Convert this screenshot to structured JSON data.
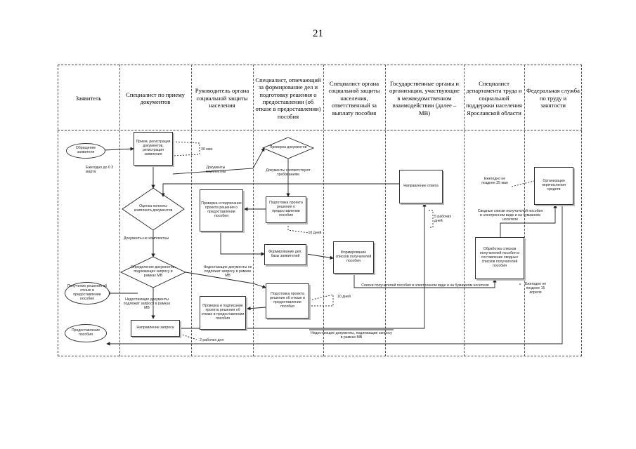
{
  "page_number": "21",
  "lanes": [
    "Заявитель",
    "Специалист по приему документов",
    "Руководитель органа социальной защиты населения",
    "Специалист, отвечающий за формирование дел и подготовку решения о предоставлении (об отказе в предоставлении) пособия",
    "Специалист органа социальной защиты населения, ответственный за выплату пособия",
    "Государственные органы и организации, участвующие в межведомственном взаимодействии (далее – МВ)",
    "Специалист департамента труда и социальной поддержки населения Ярославской области",
    "Федеральная служба по труду и занятости"
  ],
  "nodes": {
    "applicant_request": "Обращение заявителя",
    "receive_register": "Прием, регистрация документов, регистрация заявления",
    "check_documents": "Проверка документов",
    "completeness_check": "Оценка полноты комплекта документов",
    "prepare_draft_decision": "Подготовка проекта решения о предоставлении пособия",
    "review_sign_decision": "Проверка и подписание проекта решения о предоставлении пособия",
    "form_case": "Формирование дел, базы заявителей",
    "form_recipient_lists": "Формирование списков получателей пособия",
    "send_response": "Направление ответа",
    "process_lists": "Обработка списков получателей пособия и составление сводных списков получателей пособия",
    "organize_funds": "Организация перечисления средств",
    "identify_documents": "Определение документов, подлежащих запросу в рамках МВ",
    "prepare_refusal": "Подготовка проекта решения об отказе в предоставлении пособия",
    "review_sign_refusal": "Проверка и подписание проекта решения об отказе в предоставлении пособия",
    "send_request": "Направление запроса",
    "receive_refusal": "Получение решения об отказе в предоставлении пособия",
    "provide_benefit": "Предоставление пособия"
  },
  "labels": {
    "annual_march": "Ежегодно до 0 3 марта",
    "thirty_min": "30 мин",
    "docs_complete": "Документы комплектны",
    "docs_meet": "Документы соответствуют требованиям",
    "docs_incomplete": "Документы не комплектны",
    "ten_days_a": "10 дней",
    "five_days": "5 рабочих дней",
    "annual_25th": "Ежегодно не позднее 25 мая",
    "summary_lists": "Сводные списки получателей пособия в электронном виде и на бумажном носителе",
    "missing_not_requested": "Недостающие документы не подлежат запросу в рамках МВ",
    "missing_requested": "Недостающие документы подлежат запросу в рамках МВ",
    "ten_days_b": "10 дней",
    "lists_transfer": "Списки получателей пособия в электронном виде и на бумажном носителе",
    "annual_april": "Ежегодно не позднее 15 апреля",
    "two_days": "2 рабочих дня",
    "missing_mv": "Недостающие документы, подлежащие запросу в рамках МВ"
  }
}
